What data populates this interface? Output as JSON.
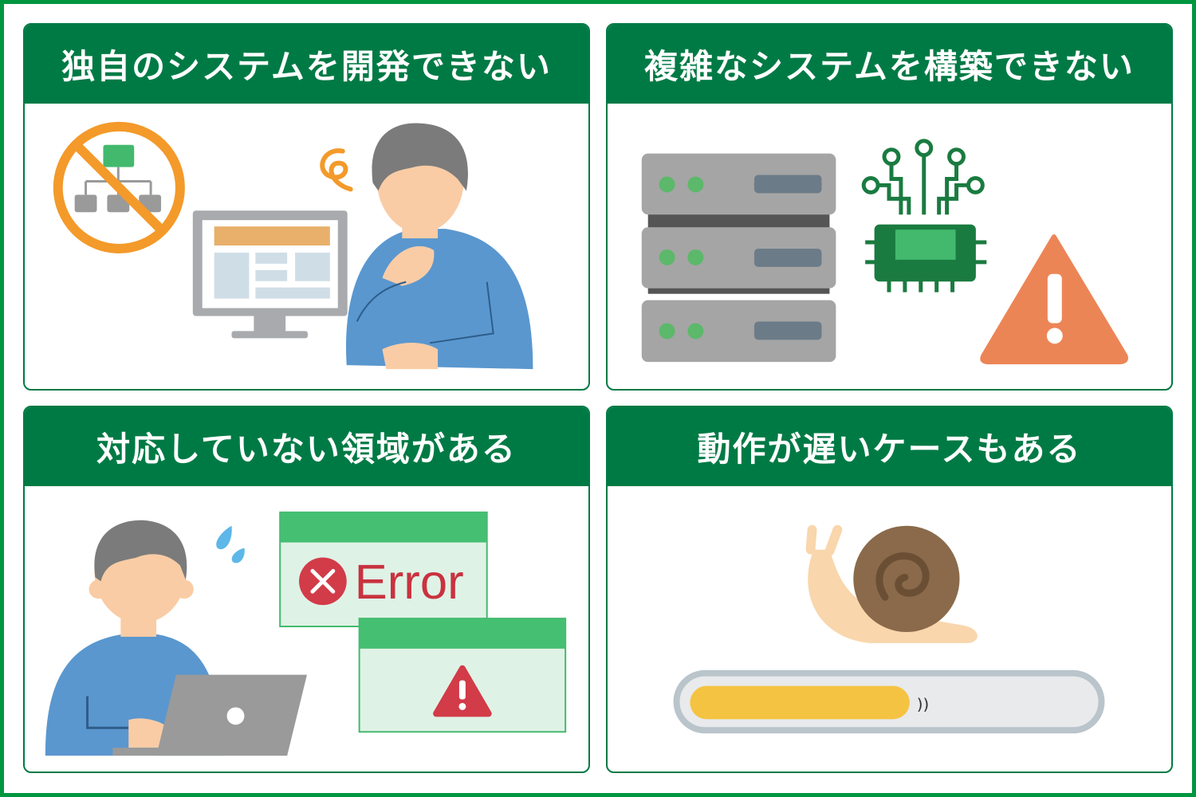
{
  "panels": [
    {
      "title": "独自のシステムを開発できない"
    },
    {
      "title": "複雑なシステムを構築できない"
    },
    {
      "title": "対応していない領域がある",
      "error_label": "Error"
    },
    {
      "title": "動作が遅いケースもある",
      "progress": 0.5
    }
  ],
  "colors": {
    "header": "#007a45",
    "frame": "#009640",
    "orange": "#f39a2a",
    "alert": "#ec8556",
    "error_red": "#c9323f",
    "progress": "#f5c342"
  }
}
